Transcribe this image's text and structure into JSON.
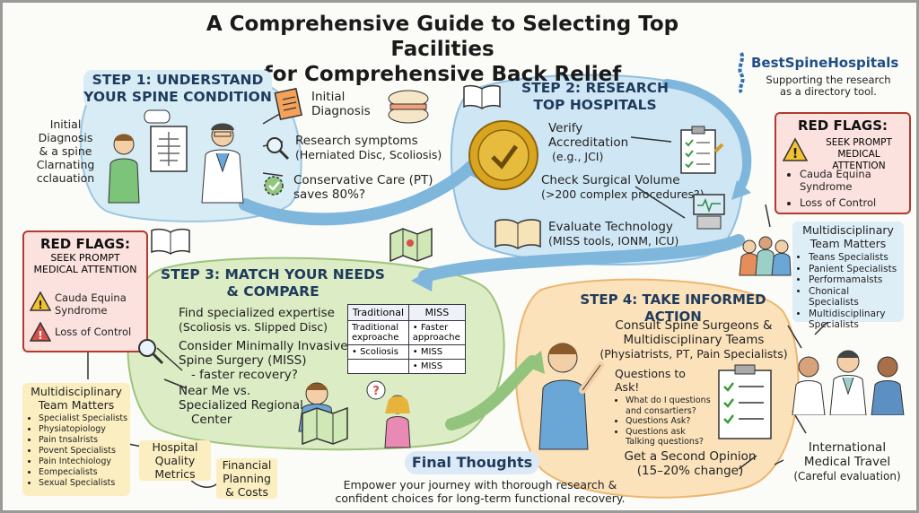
{
  "title": {
    "line1": "A Comprehensive Guide to Selecting Top Facilities",
    "line2": "for Comprehensive Back Relief"
  },
  "brand": {
    "name": "BestSpineHospitals",
    "tagline_line1": "Supporting the research",
    "tagline_line2": "as a directory tool."
  },
  "step1": {
    "title_line1": "STEP 1: UNDERSTAND",
    "title_line2": "YOUR SPINE CONDITION",
    "side_note": [
      "Initial",
      "Diagnosis",
      "& a spine",
      "Clarnating",
      "cclauation"
    ],
    "initial_diagnosis": "Initial Diagnosis",
    "research_symptoms": "Research symptoms",
    "research_symptoms_sub": "(Herniated Disc, Scoliosis)",
    "conservative_care": "Conservative Care (PT)",
    "conservative_care_sub": "saves 80%?"
  },
  "step2": {
    "title_line1": "STEP 2: RESEARCH",
    "title_line2": "TOP HOSPITALS",
    "verify": "Verify",
    "accreditation": "Accreditation",
    "accreditation_sub": "(e.g., JCI)",
    "surgical_volume": "Check Surgical Volume",
    "surgical_volume_sub": "(>200 complex procedures?)",
    "technology": "Evaluate Technology",
    "technology_sub": "(MISS tools, IONM, ICU)"
  },
  "red_flags_right": {
    "title": "RED FLAGS:",
    "subtitle_line1": "SEEK PROMPT",
    "subtitle_line2": "MEDICAL ATTENTION",
    "items": [
      "Cauda Equina Syndrome",
      "Loss of Control"
    ]
  },
  "red_flags_left": {
    "title": "RED FLAGS:",
    "subtitle_line1": "SEEK PROMPT",
    "subtitle_line2": "MEDICAL ATTENTION",
    "items": [
      "Cauda Equina Syndrome",
      "Loss of Control"
    ]
  },
  "multi_right": {
    "title_line1": "Multidisciplinary",
    "title_line2": "Team Matters",
    "items": [
      "Teans Specialists",
      "Panient Specialists",
      "Performamalsts",
      "Chonical Specialists",
      "Multidisciplinary Specialists"
    ]
  },
  "multi_left": {
    "title_line1": "Multidisciplinary",
    "title_line2": "Team Matters",
    "items": [
      "Specialist Specialists",
      "Physiatopiology",
      "Pain tnsalrists",
      "Povent Specialists",
      "Pain Intechiology",
      "Eompecialists",
      "Sexual Specialists"
    ]
  },
  "step3": {
    "title_line1": "STEP 3: MATCH YOUR NEEDS",
    "title_line2": "& COMPARE",
    "expertise": "Find specialized expertise",
    "expertise_sub": "(Scoliosis vs. Slipped Disc)",
    "miss_line1": "Consider Minimally Invasive",
    "miss_line2": "Spine Surgery (MISS)",
    "miss_line3": "- faster recovery?",
    "near_line1": "Near Me vs.",
    "near_line2": "Specialized Regional",
    "near_line3": "Center",
    "table": {
      "headers": [
        "Traditional",
        "MISS"
      ],
      "rows": [
        [
          "Traditional exproache",
          "• Faster approache"
        ],
        [
          "• Scoliosis",
          "• MISS"
        ],
        [
          "",
          "• MISS"
        ]
      ]
    }
  },
  "hospital_quality": [
    "Hospital",
    "Quality",
    "Metrics"
  ],
  "financial": [
    "Financial",
    "Planning",
    "& Costs"
  ],
  "step4": {
    "title": "STEP 4: TAKE INFORMED ACTION",
    "consult_line1": "Consult Spine Surgeons &",
    "consult_line2": "Multidisciplinary Teams",
    "consult_sub": "(Physiatrists, PT, Pain Specialists)",
    "questions_title": "Questions to Ask!",
    "questions": [
      "What do I questions and consartiers?",
      "Questions Ask?",
      "Questions ask Talking questions?"
    ],
    "second_opinion": "Get a Second Opinion",
    "second_opinion_sub": "(15–20% change)"
  },
  "international": {
    "line1": "International",
    "line2": "Medical Travel",
    "sub": "(Careful evaluation)"
  },
  "final": {
    "title": "Final Thoughts",
    "line1": "Empower your journey with thorough research &",
    "line2": "confident choices for long-term functional recovery."
  },
  "colors": {
    "step1_bg": "#d7ecf5",
    "step2_bg": "#cfe6f4",
    "step3_bg": "#dcecc4",
    "step4_bg": "#fbe2bb",
    "step_title": "#1f3b5c",
    "red_flag": "#b23a2e",
    "arrow_blue": "#7fb6dc",
    "arrow_green": "#93c47d"
  }
}
